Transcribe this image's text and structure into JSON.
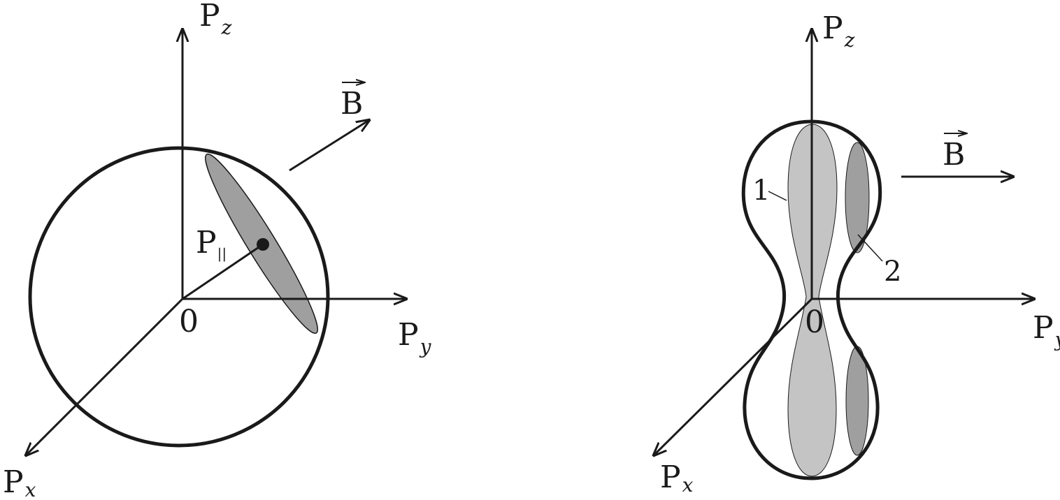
{
  "left_diagram": {
    "z_axis": {
      "main": "P",
      "sub": "z"
    },
    "y_axis": {
      "main": "P",
      "sub": "y"
    },
    "x_axis": {
      "main": "P",
      "sub": "x"
    },
    "origin": "0",
    "field": "B",
    "parallel_momentum": {
      "main": "P",
      "sub": "||"
    }
  },
  "right_diagram": {
    "z_axis": {
      "main": "P",
      "sub": "z"
    },
    "y_axis": {
      "main": "P",
      "sub": "y"
    },
    "x_axis": {
      "main": "P",
      "sub": "x"
    },
    "origin": "0",
    "field": "B",
    "label_1": "1",
    "label_2": "2"
  },
  "colors": {
    "line": "#1a1a1a",
    "light_fill": "#c4c4c4",
    "dark_fill": "#9f9f9f"
  }
}
